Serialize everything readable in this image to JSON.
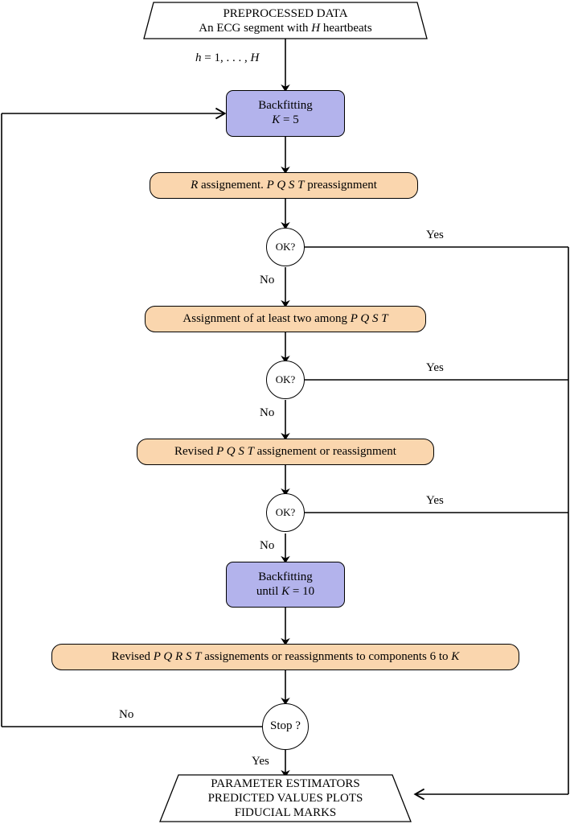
{
  "diagram": {
    "title_node": {
      "name": "preprocessed-data",
      "line1": "PREPROCESSED DATA",
      "line2_pre": "An ECG segment with ",
      "line2_var": "H",
      "line2_post": " heartbeats"
    },
    "loop_label": {
      "text_pre": "h",
      "text_eq": " = 1, . . . , ",
      "text_var": "H"
    },
    "backfitting1": {
      "name": "backfitting-k5",
      "line1": "Backfitting",
      "line2_var": "K",
      "line2_rest": " = 5",
      "fill": "#b3b3ec"
    },
    "step_r": {
      "name": "r-assignement",
      "seg1_var": "R",
      "seg2": " assignement. ",
      "seg3_vars": "P  Q  S  T",
      "seg4": " preassignment",
      "fill": "#fad6ae"
    },
    "decision1": {
      "name": "ok-decision-1",
      "label": "OK?"
    },
    "step_two_among": {
      "name": "assignment-two-among",
      "seg1": "Assignment of at least two among ",
      "seg2_vars": "P  Q  S  T",
      "fill": "#fad6ae"
    },
    "decision2": {
      "name": "ok-decision-2",
      "label": "OK?"
    },
    "step_revised": {
      "name": "revised-pqst-assignement",
      "seg1": "Revised ",
      "seg2_vars": "P  Q  S  T",
      "seg3": " assignement or reassignment",
      "fill": "#fad6ae"
    },
    "decision3": {
      "name": "ok-decision-3",
      "label": "OK?"
    },
    "backfitting2": {
      "name": "backfitting-k10",
      "line1": "Backfitting",
      "line2_pre": "until ",
      "line2_var": "K",
      "line2_post": " = 10",
      "fill": "#b3b3ec"
    },
    "step_revised_components": {
      "name": "revised-pqrst-components",
      "seg1": "Revised ",
      "seg2_vars": "P  Q  R  S  T",
      "seg3": " assignements or reassignments to components 6 to ",
      "seg4_var": "K",
      "fill": "#fad6ae"
    },
    "stop_decision": {
      "name": "stop-decision",
      "label": "Stop ?"
    },
    "output_node": {
      "name": "output-results",
      "line1": "PARAMETER ESTIMATORS",
      "line2": "PREDICTED VALUES PLOTS",
      "line3": "FIDUCIAL MARKS"
    },
    "labels": {
      "yes1": "Yes",
      "yes2": "Yes",
      "yes3": "Yes",
      "no1": "No",
      "no2": "No",
      "no3": "No",
      "stop_no": "No",
      "stop_yes": "Yes"
    },
    "colors": {
      "blue_fill": "#b3b3ec",
      "orange_fill": "#fad6ae",
      "stroke": "#000000",
      "background": "#ffffff"
    }
  }
}
